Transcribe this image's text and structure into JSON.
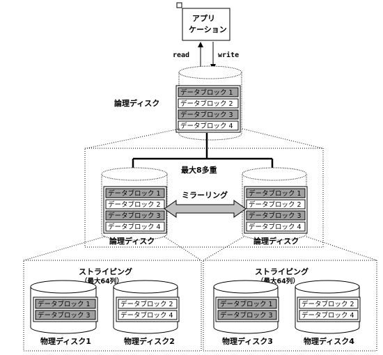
{
  "app": {
    "line1": "アプリ",
    "line2": "ケーション"
  },
  "io": {
    "read": "read",
    "write": "write"
  },
  "top_disk": {
    "label": "論理ディスク",
    "blocks": [
      {
        "text": "データブロック 1",
        "shaded": true
      },
      {
        "text": "データブロック 2",
        "shaded": false
      },
      {
        "text": "データブロック 3",
        "shaded": true
      },
      {
        "text": "データブロック 4",
        "shaded": false
      }
    ]
  },
  "mirror_group": {
    "max_label": "最大8多重",
    "mirroring_label": "ミラーリング",
    "left_disk": {
      "label": "論理ディスク",
      "blocks": [
        {
          "text": "データブロック 1",
          "shaded": true
        },
        {
          "text": "データブロック 2",
          "shaded": false
        },
        {
          "text": "データブロック 3",
          "shaded": true
        },
        {
          "text": "データブロック 4",
          "shaded": false
        }
      ]
    },
    "right_disk": {
      "label": "論理ディスク",
      "blocks": [
        {
          "text": "データブロック 1",
          "shaded": true
        },
        {
          "text": "データブロック 2",
          "shaded": false
        },
        {
          "text": "データブロック 3",
          "shaded": true
        },
        {
          "text": "データブロック 4",
          "shaded": false
        }
      ]
    }
  },
  "stripe_left": {
    "title": "ストライピング",
    "subtitle": "（最大64列）",
    "disks": [
      {
        "label": "物理ディスク1",
        "blocks": [
          {
            "text": "データブロック 1",
            "shaded": true
          },
          {
            "text": "データブロック 3",
            "shaded": true
          }
        ]
      },
      {
        "label": "物理ディスク2",
        "blocks": [
          {
            "text": "データブロック 2",
            "shaded": false
          },
          {
            "text": "データブロック 4",
            "shaded": false
          }
        ]
      }
    ]
  },
  "stripe_right": {
    "title": "ストライピング",
    "subtitle": "（最大64列）",
    "disks": [
      {
        "label": "物理ディスク3",
        "blocks": [
          {
            "text": "データブロック 1",
            "shaded": true
          },
          {
            "text": "データブロック 3",
            "shaded": true
          }
        ]
      },
      {
        "label": "物理ディスク4",
        "blocks": [
          {
            "text": "データブロック 2",
            "shaded": false
          },
          {
            "text": "データブロック 4",
            "shaded": false
          }
        ]
      }
    ]
  },
  "colors": {
    "shaded_block": "#a0a0a0",
    "plain_block": "#ffffff",
    "arrow_fill": "#c0c0c0",
    "line": "#000000"
  }
}
